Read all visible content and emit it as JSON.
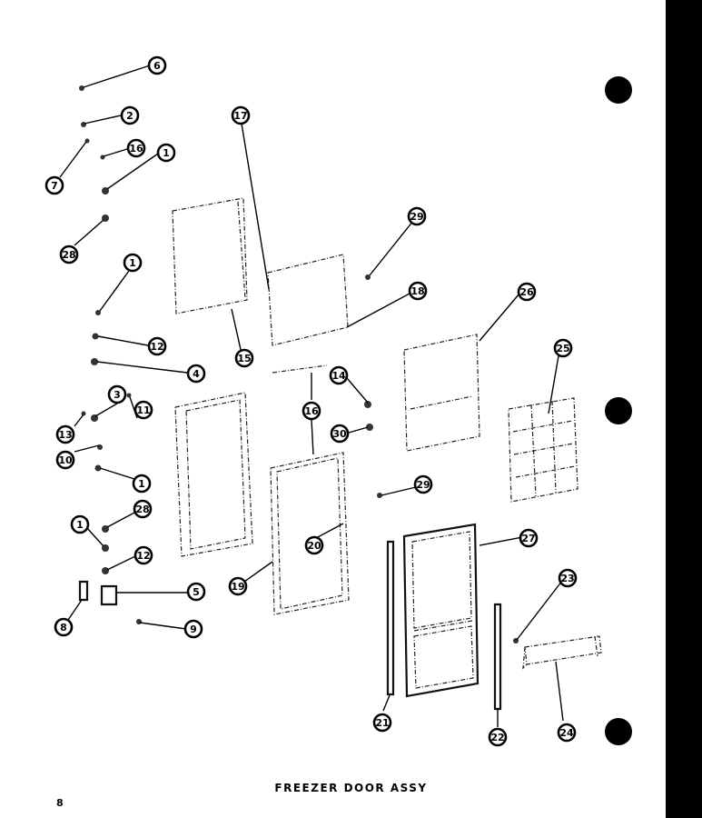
{
  "title": "FREEZER DOOR ASSY",
  "page_number": "8",
  "colors": {
    "ink": "#000000",
    "paper": "#ffffff",
    "binding_edge": "#000000"
  },
  "callouts": [
    "6",
    "2",
    "16",
    "1",
    "7",
    "28",
    "1",
    "12",
    "4",
    "3",
    "11",
    "13",
    "10",
    "1",
    "28",
    "1",
    "12",
    "5",
    "8",
    "9",
    "17",
    "15",
    "16",
    "19",
    "20",
    "29",
    "18",
    "14",
    "30",
    "29",
    "26",
    "25",
    "27",
    "21",
    "22",
    "23",
    "24"
  ]
}
